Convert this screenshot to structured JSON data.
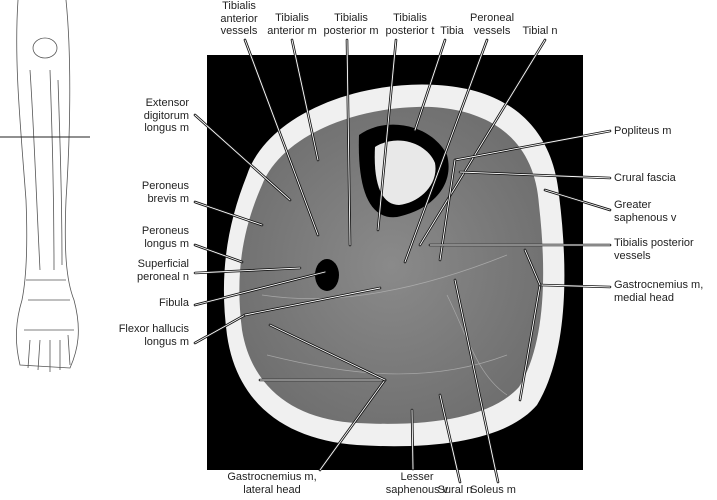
{
  "colors": {
    "muscle": "#e6a9d6",
    "vessel": "#a9c5ea",
    "nerve": "#e8a99d",
    "tendon": "#d9782b",
    "bone": "#f1d21c"
  },
  "labels": {
    "top": [
      {
        "id": "tibialis-anterior-vessels",
        "lines": [
          "Tibialis",
          "anterior",
          "vessels"
        ],
        "type": "vessel"
      },
      {
        "id": "tibialis-anterior-m",
        "lines": [
          "Tibialis",
          "anterior m"
        ],
        "type": "muscle"
      },
      {
        "id": "tibialis-posterior-m",
        "lines": [
          "Tibialis",
          "posterior m"
        ],
        "type": "muscle"
      },
      {
        "id": "tibialis-posterior-t",
        "lines": [
          "Tibialis",
          "posterior t"
        ],
        "type": "tendon"
      },
      {
        "id": "tibia",
        "lines": [
          "Tibia"
        ],
        "type": "bone"
      },
      {
        "id": "peroneal-vessels",
        "lines": [
          "Peroneal",
          "vessels"
        ],
        "type": "vessel"
      },
      {
        "id": "tibial-n",
        "lines": [
          "Tibial n"
        ],
        "type": "nerve"
      }
    ],
    "left": [
      {
        "id": "extensor-digitorum-longus-m",
        "lines": [
          "Extensor",
          "digitorum",
          "longus m"
        ],
        "type": "muscle"
      },
      {
        "id": "peroneus-brevis-m",
        "lines": [
          "Peroneus",
          "brevis m"
        ],
        "type": "muscle"
      },
      {
        "id": "peroneus-longus-m",
        "lines": [
          "Peroneus",
          "longus m"
        ],
        "type": "muscle"
      },
      {
        "id": "superficial-peroneal-n",
        "lines": [
          "Superficial",
          "peroneal n"
        ],
        "type": "nerve"
      },
      {
        "id": "fibula",
        "lines": [
          "Fibula"
        ],
        "type": "bone"
      },
      {
        "id": "flexor-hallucis-longus-m",
        "lines": [
          "Flexor hallucis",
          "longus m"
        ],
        "type": "muscle"
      }
    ],
    "right": [
      {
        "id": "popliteus-m",
        "lines": [
          "Popliteus m"
        ],
        "type": "muscle"
      },
      {
        "id": "crural-fascia",
        "lines": [
          "Crural fascia"
        ],
        "type": "plain"
      },
      {
        "id": "greater-saphenous-v",
        "lines": [
          "Greater",
          "saphenous v"
        ],
        "type": "vessel"
      },
      {
        "id": "tibialis-posterior-vessels",
        "lines": [
          "Tibialis posterior",
          "vessels"
        ],
        "type": "vessel"
      },
      {
        "id": "gastrocnemius-m-medial-head",
        "lines": [
          "Gastrocnemius m,",
          "medial head"
        ],
        "type": "muscle"
      }
    ],
    "bottom": [
      {
        "id": "gastrocnemius-m-lateral-head",
        "lines": [
          "Gastrocnemius m,",
          "lateral head"
        ],
        "type": "muscle"
      },
      {
        "id": "lesser-saphenous-v",
        "lines": [
          "Lesser",
          "saphenous v"
        ],
        "type": "vessel"
      },
      {
        "id": "sural-n",
        "lines": [
          "Sural n"
        ],
        "type": "nerve"
      },
      {
        "id": "soleus-m",
        "lines": [
          "Soleus m"
        ],
        "type": "muscle"
      }
    ]
  }
}
